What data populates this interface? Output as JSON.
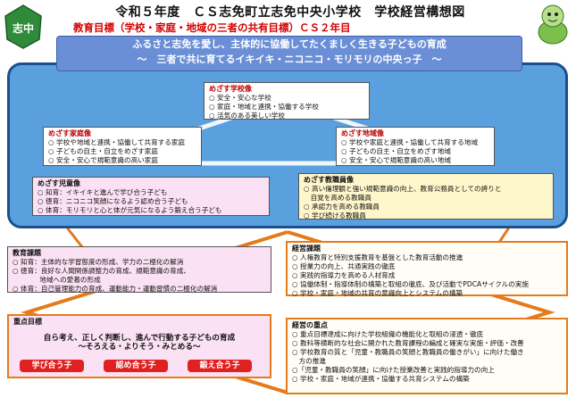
{
  "header": {
    "title": "令和５年度　ＣＳ志免町立志免中央小学校　学校経営構想図",
    "subtitle": "教育目標（学校・家庭・地域の三者の共有目標）ＣＳ２年目",
    "logo_left_text": "志中"
  },
  "banner": {
    "line1": "ふるさと志免を愛し、主体的に協働してたくましく生きる子どもの育成",
    "line2": "〜　三者で共に育てるイキイキ・ニコニコ・モリモリの中央っ子　〜"
  },
  "school": {
    "title": "めざす学校像",
    "items": [
      "○ 安全・安心な学校",
      "○ 家庭・地域と連携・協働する学校",
      "○ 活気のある美しい学校"
    ]
  },
  "family": {
    "title": "めざす家庭像",
    "items": [
      "○ 学校や地域と連携・協働して共育する家庭",
      "○ 子どもの自主・自立をめざす家庭",
      "○ 安全・安心で規範意識の高い家庭"
    ]
  },
  "community": {
    "title": "めざす地域像",
    "items": [
      "○ 学校や家庭と連携・協働して共育する地域",
      "○ 子どもの自主・自立をめざす地域",
      "○ 安全・安心で規範意識の高い地域"
    ]
  },
  "child": {
    "title": "めざす児童像",
    "items": [
      "○ 知育：イキイキと進んで学び合う子ども",
      "○ 徳育：ニコニコ笑顔になるよう認め合う子ども",
      "○ 体育：モリモリと心と体が元気になるよう鍛え合う子ども"
    ]
  },
  "teacher": {
    "title": "めざす教職員像",
    "items": [
      "○ 高い倫理観と強い規範意識の向上、教育公務員としての誇りと",
      "　自覚を高める教職員",
      "○ 承認力を高める教職員",
      "○ 学び続ける教職員"
    ]
  },
  "education": {
    "title": "教育課題",
    "items": [
      "○ 知育：主体的な学習態度の形成、学力の二極化の解消",
      "○ 徳育：良好な人間関係調整力の育成、規範意識の育成、",
      "　　　　地域への愛着の形成",
      "○ 体育：自己管理能力の育成、運動能力・運動習慣の二極化の解消"
    ]
  },
  "management": {
    "title": "経営課題",
    "items": [
      "○ 人権教育と特別支援教育を基盤とした教育活動の推進",
      "○ 授業力の向上、共通実践の徹底",
      "○ 実践的指導力を高める人材育成",
      "○ 協働体制・指導体制の構築と取組の徹底、及び活動でPDCAサイクルの実施",
      "○ 学校・家庭・地域の共育の意識向上とシステムの構築"
    ]
  },
  "priority": {
    "title": "重点目標",
    "line1": "自ら考え、正しく判断し、進んで行動する子どもの育成",
    "line2": "〜そろえる・よりそう・みとめる〜",
    "buttons": [
      "学び合う子",
      "認め合う子",
      "鍛え合う子"
    ]
  },
  "mgmt_focus": {
    "title": "経営の重点",
    "items": [
      "○ 重点目標達成に向けた学校組織の機能化と取組の浸透・徹底",
      "○ 教科等横断的な社会に開かれた教育課程の編成と確実な実施・評価・改善",
      "○ 学校教育の質と「児童・教職員の笑顔と教職員の働きがい」に向けた働き",
      "　方の推進",
      "○「児童・教職員の笑顔」に向けた授業改善と実践的指導力の向上",
      "○ 学校・家庭・地域が連携・協働する共育システムの構築"
    ]
  },
  "colors": {
    "accent_red": "#d40000",
    "banner_blue": "#6b8fd6",
    "panel_blue": "#5aa0df",
    "frame_orange": "#e57a1a"
  }
}
